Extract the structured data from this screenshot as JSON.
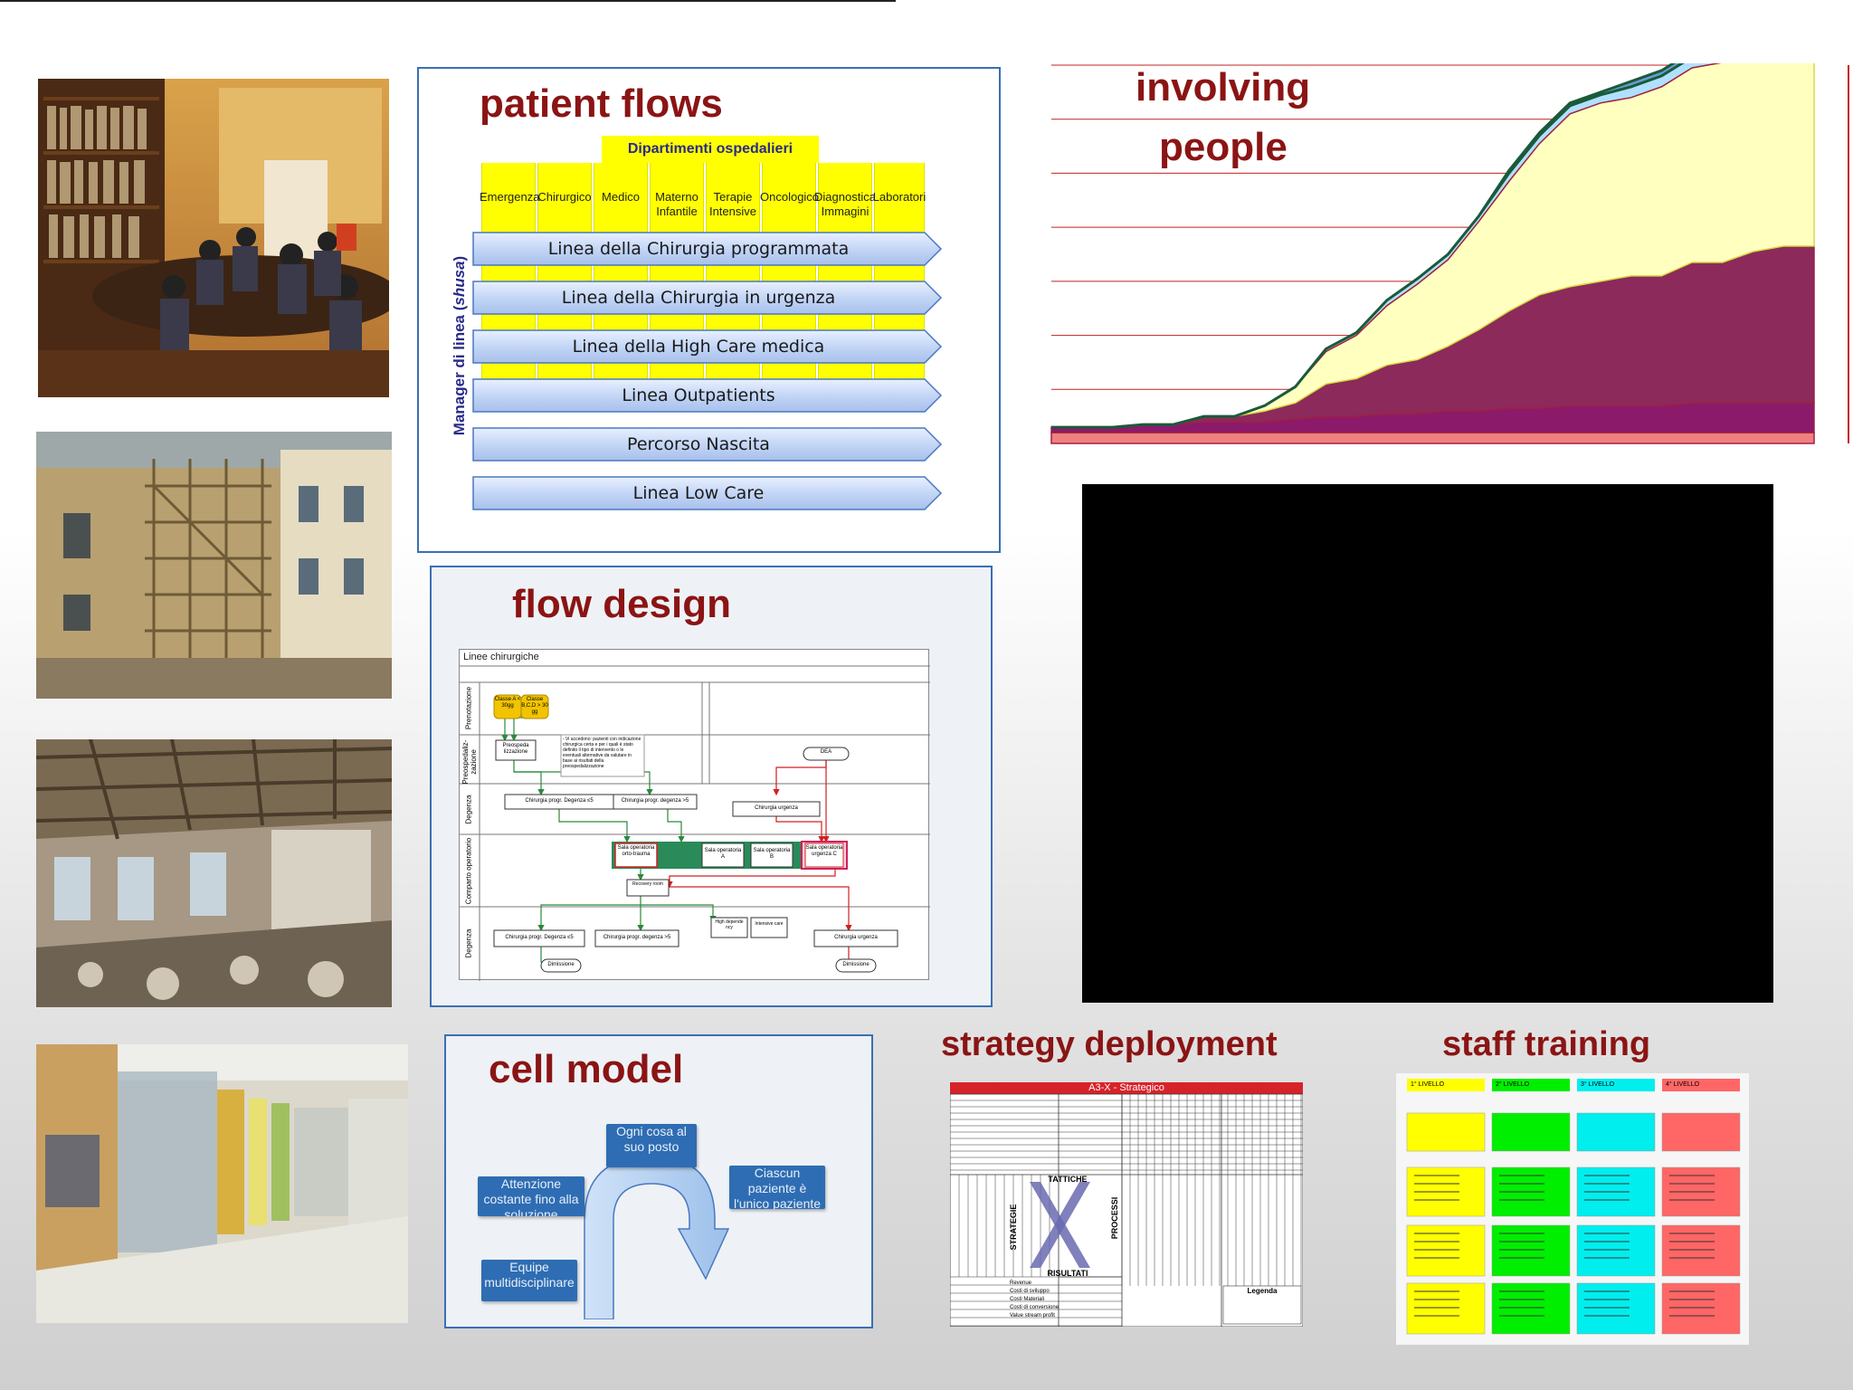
{
  "patient_flows": {
    "title": "patient flows",
    "dept_header": "Dipartimenti ospedalieri",
    "departments": [
      "Emergenza",
      "Chirurgico",
      "Medico",
      "Materno Infantile",
      "Terapie Intensive",
      "Oncologico",
      "Diagnostica Immagini",
      "Laboratori"
    ],
    "side_label_prefix": "Manager di linea (",
    "side_label_em": "shusa",
    "side_label_suffix": ")",
    "lines": [
      "Linea della Chirurgia programmata",
      "Linea della Chirurgia in urgenza",
      "Linea della High Care medica",
      "Linea Outpatients",
      "Percorso Nascita",
      "Linea Low Care"
    ]
  },
  "involving": {
    "title_line1": "involving",
    "title_line2": "people"
  },
  "flow_design": {
    "title": "flow design",
    "diagram_title": "Linee chirurgiche",
    "lanes": [
      "Prenotazione",
      "Preospedaliz-zazione",
      "Degenza",
      "Comparto operatorio",
      "Degenza"
    ],
    "nodes": {
      "class_a": "Classe A < 30gg",
      "class_bcd": "Classe B,C,D > 30 gg",
      "preospeda": "Preospeda lizzazione",
      "note": "- Vi accedono: pazienti con indicazione chirurgica certa e per i quali è stato definito il tipo di intervento o le eventuali alternative da valutare in base ai risultati della preospedalizzazione",
      "dea": "DEA",
      "deg_le5": "Chirurgia progr. Degenza ≤5",
      "deg_gt5": "Chirurgia progr. degenza >5",
      "urg": "Chirurgia urgenza",
      "sala_ortho": "Sala operatoria orto-trauma",
      "sala_a": "Sala operatoria A",
      "sala_b": "Sala operatoria B",
      "sala_c": "Sala operatoria urgenza C",
      "recovery": "Recovery room",
      "high_dep": "High depende ncy",
      "intensive": "Intensive care",
      "deg2_le5": "Chirurgia progr. Degenza ≤5",
      "deg2_gt5": "Chirurgia progr. degenza >5",
      "urg2": "Chirurgia urgenza",
      "dim1": "Dimissione",
      "dim2": "Dimissione"
    }
  },
  "cell_model": {
    "title": "cell model",
    "boxes": [
      "Ogni cosa al suo posto",
      "Attenzione costante fino alla soluzione",
      "Ciascun paziente è l'unico paziente",
      "Equipe multidisciplinare"
    ]
  },
  "strategy": {
    "title": "strategy deployment",
    "a3_title": "A3-X - Strategico",
    "tattiche": "TATTICHE",
    "strategie": "STRATEGIE",
    "processi": "PROCESSI",
    "risultati": "RISULTATI",
    "legenda": "Legenda",
    "results": [
      "Revenue",
      "Costi di sviluppo",
      "Costi Materiali",
      "Costi di conversione",
      "Value stream profit"
    ]
  },
  "training": {
    "title": "staff training",
    "levels": [
      "1° LIVELLO",
      "2° LIVELLO",
      "3° LIVELLO",
      "4° LIVELLO"
    ],
    "colors": [
      "#ffff00",
      "#00ee00",
      "#00eeee",
      "#ff6666"
    ]
  },
  "chart_data": {
    "type": "area",
    "x": [
      1,
      2,
      3,
      4,
      5,
      6,
      7,
      8,
      9,
      10,
      11,
      12,
      13,
      14,
      15,
      16,
      17,
      18,
      19,
      20,
      21,
      22,
      23,
      24,
      25,
      26
    ],
    "series": [
      {
        "values": [
          0.2,
          0.2,
          0.2,
          0.2,
          0.2,
          0.2,
          0.2,
          0.2,
          0.2,
          0.2,
          0.2,
          0.2,
          0.2,
          0.2,
          0.2,
          0.2,
          0.2,
          0.2,
          0.2,
          0.2,
          0.2,
          0.2,
          0.2,
          0.2,
          0.2,
          0.2
        ]
      },
      {
        "values": [
          0.1,
          0.1,
          0.1,
          0.15,
          0.15,
          0.2,
          0.2,
          0.2,
          0.25,
          0.3,
          0.3,
          0.35,
          0.35,
          0.4,
          0.4,
          0.45,
          0.45,
          0.5,
          0.5,
          0.5,
          0.5,
          0.55,
          0.55,
          0.55,
          0.55,
          0.55
        ]
      },
      {
        "values": [
          0,
          0,
          0,
          0,
          0,
          0.1,
          0.1,
          0.2,
          0.3,
          0.6,
          0.7,
          0.9,
          1.0,
          1.2,
          1.5,
          1.8,
          2.1,
          2.2,
          2.3,
          2.4,
          2.4,
          2.6,
          2.6,
          2.8,
          2.9,
          2.9
        ]
      },
      {
        "values": [
          0,
          0,
          0,
          0,
          0,
          0,
          0,
          0.1,
          0.3,
          0.6,
          0.8,
          1.1,
          1.4,
          1.6,
          2.0,
          2.4,
          2.8,
          3.2,
          3.3,
          3.3,
          3.5,
          3.6,
          3.7,
          3.8,
          3.9,
          4.0
        ]
      },
      {
        "values": [
          0,
          0,
          0,
          0,
          0,
          0,
          0,
          0,
          0,
          0.05,
          0.05,
          0.1,
          0.1,
          0.1,
          0.1,
          0.15,
          0.15,
          0.15,
          0.15,
          0.2,
          0.2,
          0.2,
          0.2,
          0.2,
          0.2,
          0.2
        ]
      },
      {
        "values": [
          0,
          0,
          0,
          0,
          0,
          0,
          0,
          0,
          0,
          0,
          0,
          0,
          0,
          0,
          0,
          0.05,
          0.05,
          0.05,
          0.05,
          0.1,
          0.1,
          0.1,
          0.1,
          0.1,
          0.1,
          0.1
        ]
      }
    ],
    "ylim": [
      0,
      7
    ],
    "grid": true,
    "colors": [
      "#f08080",
      "#8b1a6b",
      "#8b2a5b",
      "#ffffc0",
      "#b0e0ff",
      "#6a9bd8"
    ]
  }
}
